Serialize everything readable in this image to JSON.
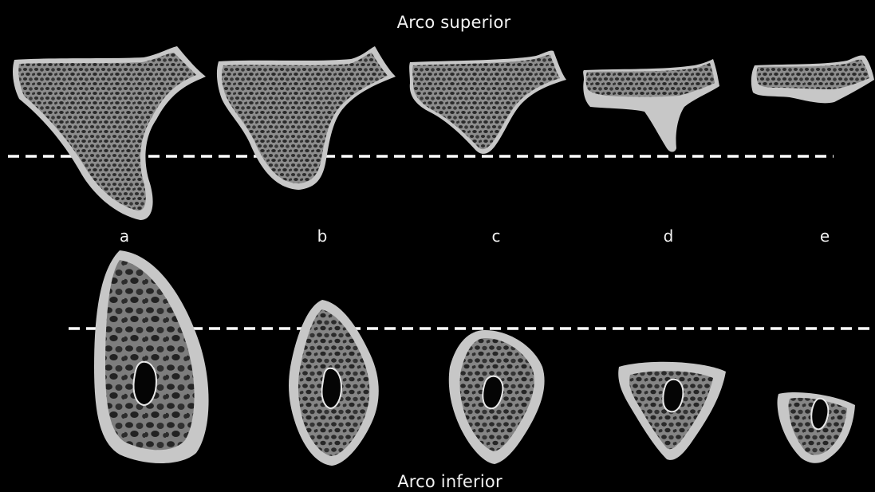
{
  "top_title": "Arco superior",
  "bottom_title": "Arco inferior",
  "stage_labels": [
    "a",
    "b",
    "c",
    "d",
    "e"
  ],
  "colors": {
    "background": "#000000",
    "cortical": "#c7c7c7",
    "trabecular": "#8a8a8a",
    "pores": "#2a2a2a",
    "canal": "#050505",
    "guide_line": "#ffffff"
  }
}
